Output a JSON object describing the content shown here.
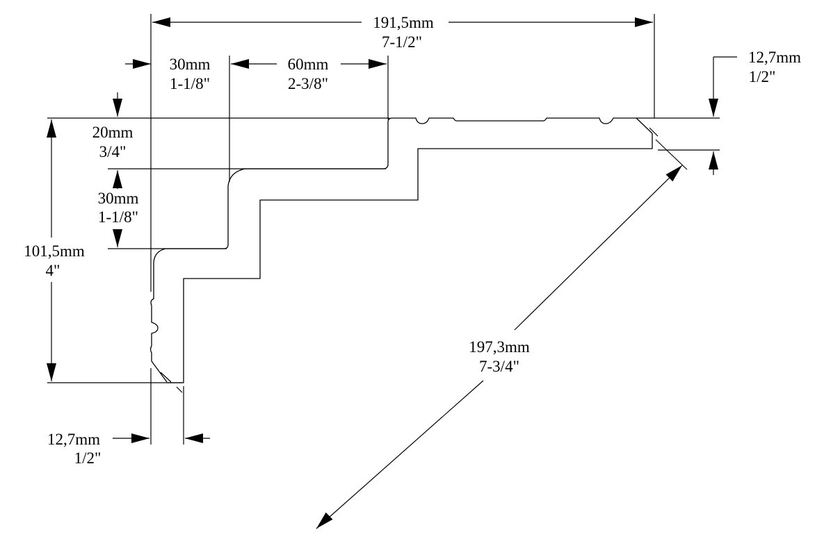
{
  "dimensions": {
    "overall_width": {
      "metric": "191,5mm",
      "imperial": "7-1/2\""
    },
    "step_width_1": {
      "metric": "30mm",
      "imperial": "1-1/8\""
    },
    "step_width_2": {
      "metric": "60mm",
      "imperial": "2-3/8\""
    },
    "thickness_right": {
      "metric": "12,7mm",
      "imperial": "1/2\""
    },
    "step_height_1": {
      "metric": "20mm",
      "imperial": "3/4\""
    },
    "step_height_2": {
      "metric": "30mm",
      "imperial": "1-1/8\""
    },
    "overall_height": {
      "metric": "101,5mm",
      "imperial": "4\""
    },
    "diagonal": {
      "metric": "197,3mm",
      "imperial": "7-3/4\""
    },
    "thickness_bottom": {
      "metric": "12,7mm",
      "imperial": "1/2\""
    }
  }
}
